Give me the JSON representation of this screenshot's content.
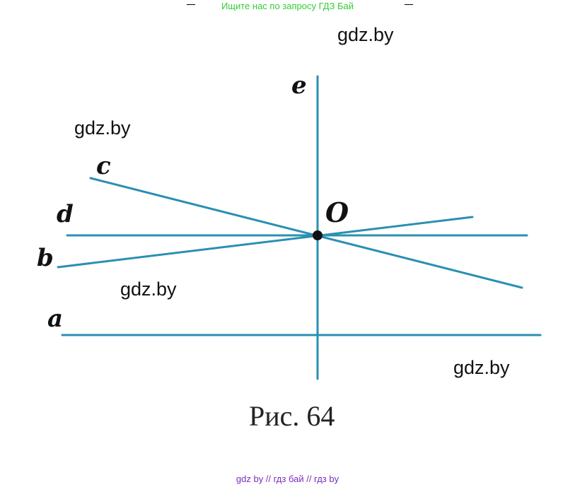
{
  "banner": "Ищите нас по запросу ГДЗ Бай",
  "watermarks": [
    "gdz.by",
    "gdz.by",
    "gdz.by",
    "gdz.by"
  ],
  "labels": {
    "a": "a",
    "b": "b",
    "c": "c",
    "d": "d",
    "e": "e",
    "O": "O"
  },
  "caption": "Рис. 64",
  "footer": "gdz by  //  гдз бай  //  гдз by",
  "colors": {
    "line": "#2a8fb3",
    "point": "#111111",
    "banner": "#33cc33",
    "footer": "#7b2cbf"
  }
}
